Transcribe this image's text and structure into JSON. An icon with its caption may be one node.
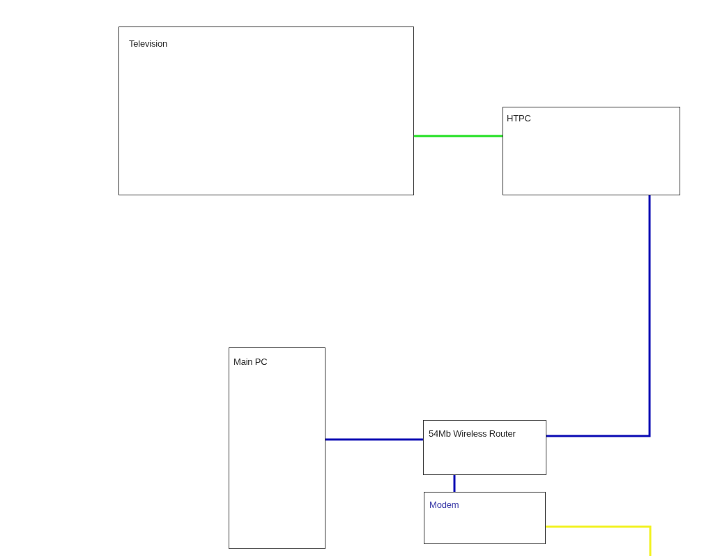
{
  "diagram": {
    "nodes": [
      {
        "text": [
          "Television"
        ]
      },
      {
        "text": [
          "HTPC"
        ]
      },
      {
        "text": [
          "Main PC"
        ]
      },
      {
        "text": [
          "54Mb Wireless Router"
        ]
      },
      {
        "text": [
          "Modem"
        ]
      }
    ],
    "edges": [
      {
        "from": 0,
        "to": 1,
        "arrow": "none",
        "color": "#22e022"
      },
      {
        "from": 1,
        "to": 3,
        "arrow": "none"
      },
      {
        "from": 2,
        "to": 3,
        "arrow": "none"
      },
      {
        "from": 3,
        "to": 4,
        "arrow": "none"
      },
      {
        "from": 4,
        "to": null,
        "arrow": "none",
        "color": "#f2f222"
      }
    ]
  }
}
